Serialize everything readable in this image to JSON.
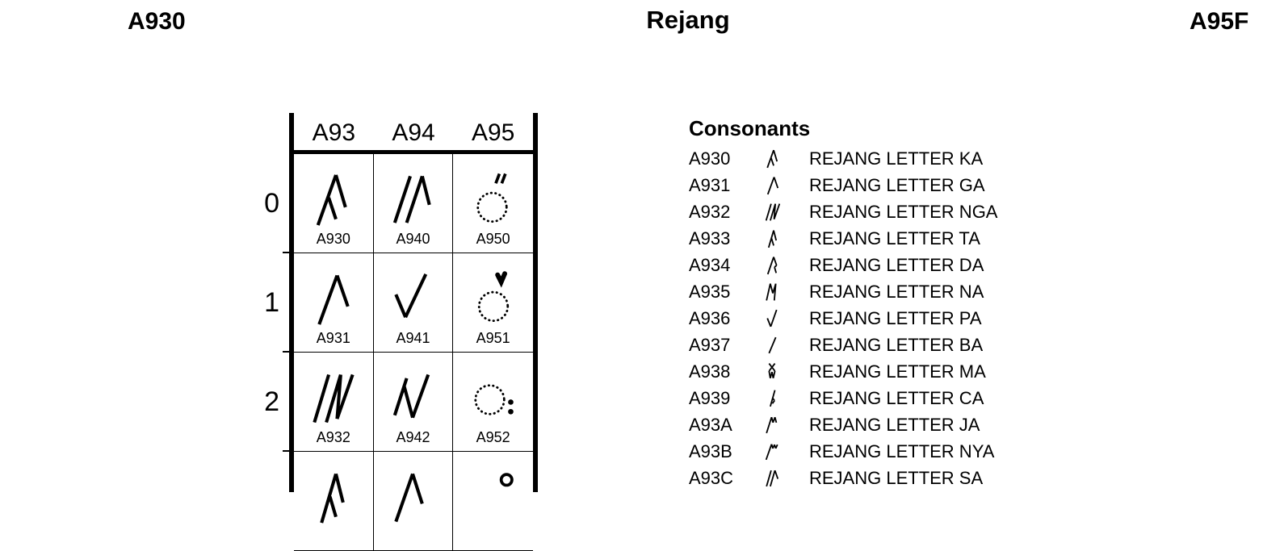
{
  "page": {
    "header_left": "A930",
    "title": "Rejang",
    "header_right": "A95F"
  },
  "chart": {
    "column_headers": [
      "A93",
      "A94",
      "A95"
    ],
    "row_labels": [
      "0",
      "1",
      "2"
    ],
    "rows": [
      [
        {
          "code": "A930",
          "glyph": "rejang-ka"
        },
        {
          "code": "A940",
          "glyph": "rejang-wa"
        },
        {
          "code": "A950",
          "glyph": "dotted-circle-double-stroke"
        }
      ],
      [
        {
          "code": "A931",
          "glyph": "rejang-ga"
        },
        {
          "code": "A941",
          "glyph": "rejang-ha"
        },
        {
          "code": "A951",
          "glyph": "dotted-circle-v"
        }
      ],
      [
        {
          "code": "A932",
          "glyph": "rejang-nga"
        },
        {
          "code": "A942",
          "glyph": "rejang-mba"
        },
        {
          "code": "A952",
          "glyph": "dotted-circle-colon"
        }
      ]
    ],
    "partial_row": [
      {
        "glyph": "rejang-ta"
      },
      {
        "glyph": "rejang-ngga"
      },
      {
        "glyph": "small-ring"
      }
    ]
  },
  "list": {
    "title": "Consonants",
    "rows": [
      {
        "code": "A930",
        "glyph": "rejang-ka",
        "name": "REJANG LETTER KA"
      },
      {
        "code": "A931",
        "glyph": "rejang-ga",
        "name": "REJANG LETTER GA"
      },
      {
        "code": "A932",
        "glyph": "rejang-nga",
        "name": "REJANG LETTER NGA"
      },
      {
        "code": "A933",
        "glyph": "rejang-ta",
        "name": "REJANG LETTER TA"
      },
      {
        "code": "A934",
        "glyph": "rejang-da",
        "name": "REJANG LETTER DA"
      },
      {
        "code": "A935",
        "glyph": "rejang-na",
        "name": "REJANG LETTER NA"
      },
      {
        "code": "A936",
        "glyph": "rejang-pa",
        "name": "REJANG LETTER PA"
      },
      {
        "code": "A937",
        "glyph": "rejang-ba",
        "name": "REJANG LETTER BA"
      },
      {
        "code": "A938",
        "glyph": "rejang-ma",
        "name": "REJANG LETTER MA"
      },
      {
        "code": "A939",
        "glyph": "rejang-ca",
        "name": "REJANG LETTER CA"
      },
      {
        "code": "A93A",
        "glyph": "rejang-ja",
        "name": "REJANG LETTER JA"
      },
      {
        "code": "A93B",
        "glyph": "rejang-nya",
        "name": "REJANG LETTER NYA"
      },
      {
        "code": "A93C",
        "glyph": "rejang-sa",
        "name": "REJANG LETTER SA"
      }
    ]
  }
}
